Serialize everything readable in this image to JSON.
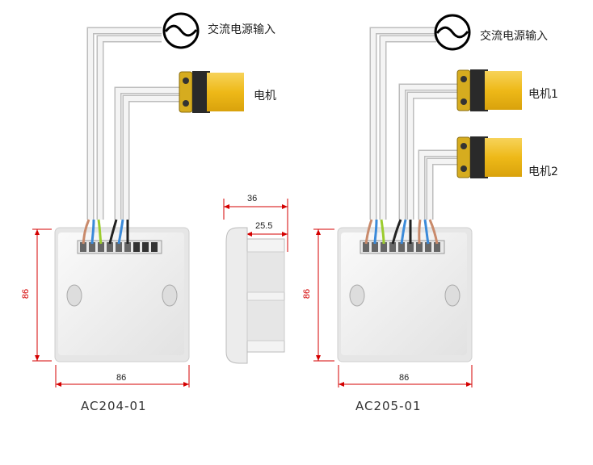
{
  "diagrams": [
    {
      "model": "AC204-01",
      "ac_input_label": "交流电源输入",
      "motors": [
        "电机"
      ],
      "height_dim": "86",
      "width_dim": "86"
    },
    {
      "model": "AC205-01",
      "ac_input_label": "交流电源输入",
      "motors": [
        "电机1",
        "电机2"
      ],
      "height_dim": "86",
      "width_dim": "86"
    }
  ],
  "side_view": {
    "depth_total": "36",
    "depth_body": "25.5"
  },
  "colors": {
    "wire": "#dcdcdc",
    "motor_body": "#f2c021",
    "motor_ring": "#c9a227",
    "dimension_red": "#d40000",
    "wire_brown": "#c98a6b",
    "wire_blue": "#3b8ad9",
    "wire_green_yellow": "#9ccc2e"
  }
}
